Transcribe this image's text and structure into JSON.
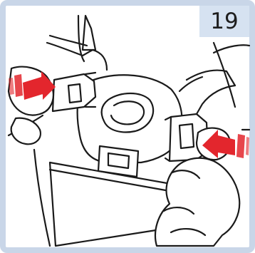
{
  "step": {
    "number": "19"
  },
  "colors": {
    "frame": "#c9d6e8",
    "badge_bg": "#d6e2f1",
    "line": "#1a1a1a",
    "arrow": "#e3262d",
    "panel": "#ffffff"
  },
  "illustration": {
    "subject": "child-seat-harness-buckle-release",
    "arrows": [
      "left-arrow-press",
      "right-arrow-press"
    ]
  }
}
